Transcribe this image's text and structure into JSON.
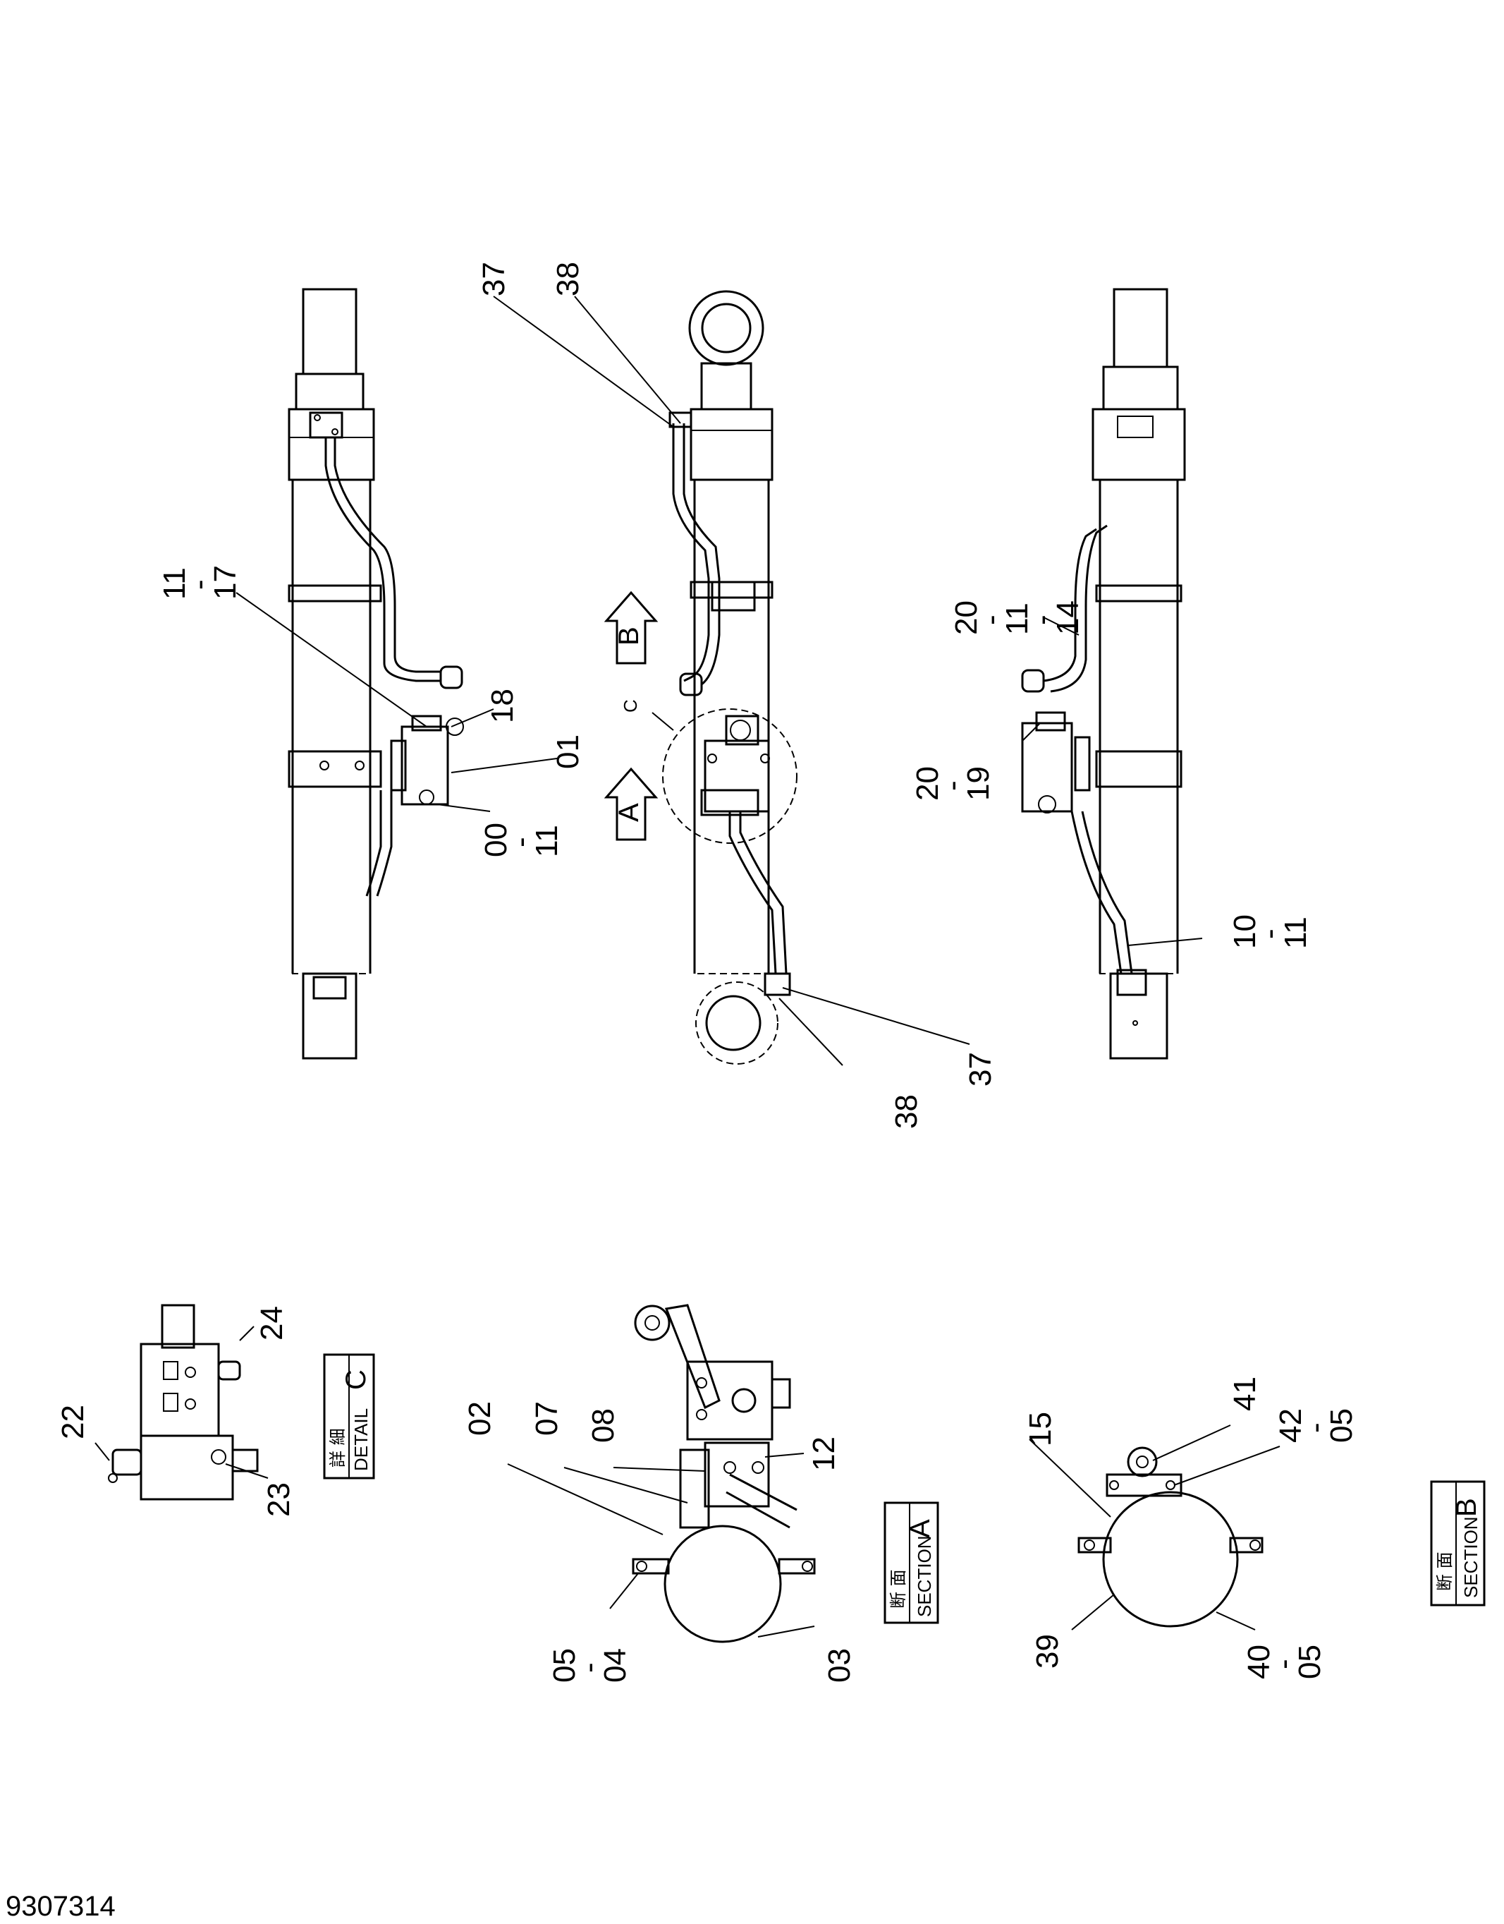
{
  "drawing_number": "9307314",
  "views": {
    "top": {
      "callouts": [
        "11",
        "17",
        "18",
        "01",
        "00",
        "11"
      ],
      "dash": "-"
    },
    "middle": {
      "callouts": [
        "37",
        "38",
        "37",
        "38"
      ],
      "arrow_a": "A",
      "arrow_b": "B",
      "detail_mark": "C"
    },
    "bottom": {
      "callouts": [
        "20",
        "11",
        "14",
        "20",
        "19",
        "10",
        "11"
      ]
    }
  },
  "detail_c": {
    "callouts": [
      "24",
      "22",
      "23"
    ],
    "label_cjk": "詳 細",
    "label_en": "DETAIL",
    "letter": "C"
  },
  "section_a": {
    "callouts": [
      "02",
      "07",
      "08",
      "12",
      "05",
      "04",
      "03"
    ],
    "label_cjk": "断 面",
    "label_en": "SECTION",
    "letter": "A"
  },
  "section_b": {
    "callouts": [
      "15",
      "41",
      "42",
      "05",
      "39",
      "40",
      "05"
    ],
    "label_cjk": "断 面",
    "label_en": "SECTION",
    "letter": "B"
  }
}
